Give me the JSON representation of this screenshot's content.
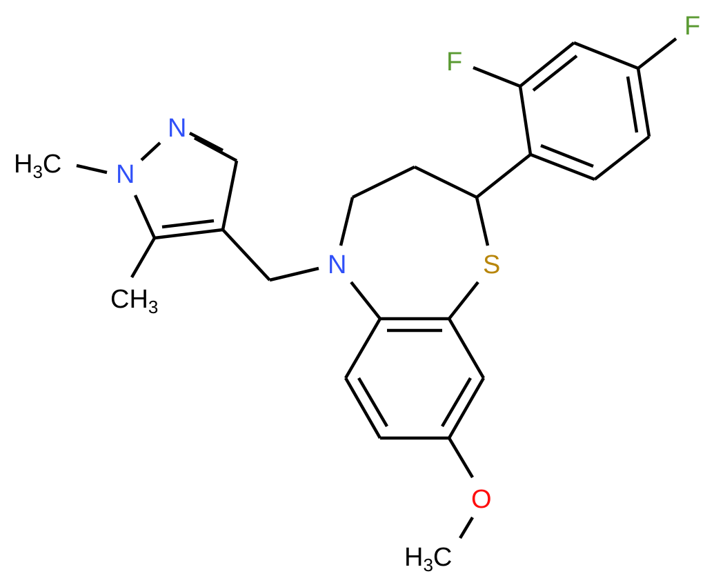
{
  "molecule": {
    "description": "2-(2,4-difluorophenyl)-5-[(1,5-dimethylpyrazol-4-yl)methyl]-8-methoxy-2,3,4,5-tetrahydro-1,5-benzothiazepine",
    "colors": {
      "bond": "#000000",
      "carbon": "#000000",
      "nitrogen": "#3050F8",
      "sulfur": "#B8860B",
      "oxygen": "#FF0D0D",
      "fluorine": "#5A9A32"
    },
    "labels": {
      "f_top_right": "F",
      "f_ortho": "F",
      "n_pyrazole_2": "N",
      "n_pyrazole_1": "N",
      "n_ring": "N",
      "s_ring": "S",
      "o_methoxy": "O",
      "methyl_n1": {
        "main": "H",
        "sub": "3",
        "tail": "C"
      },
      "methyl_c5": {
        "main": "CH",
        "sub": "3"
      },
      "methyl_o": {
        "main": "H",
        "sub": "3",
        "tail": "C"
      }
    }
  }
}
